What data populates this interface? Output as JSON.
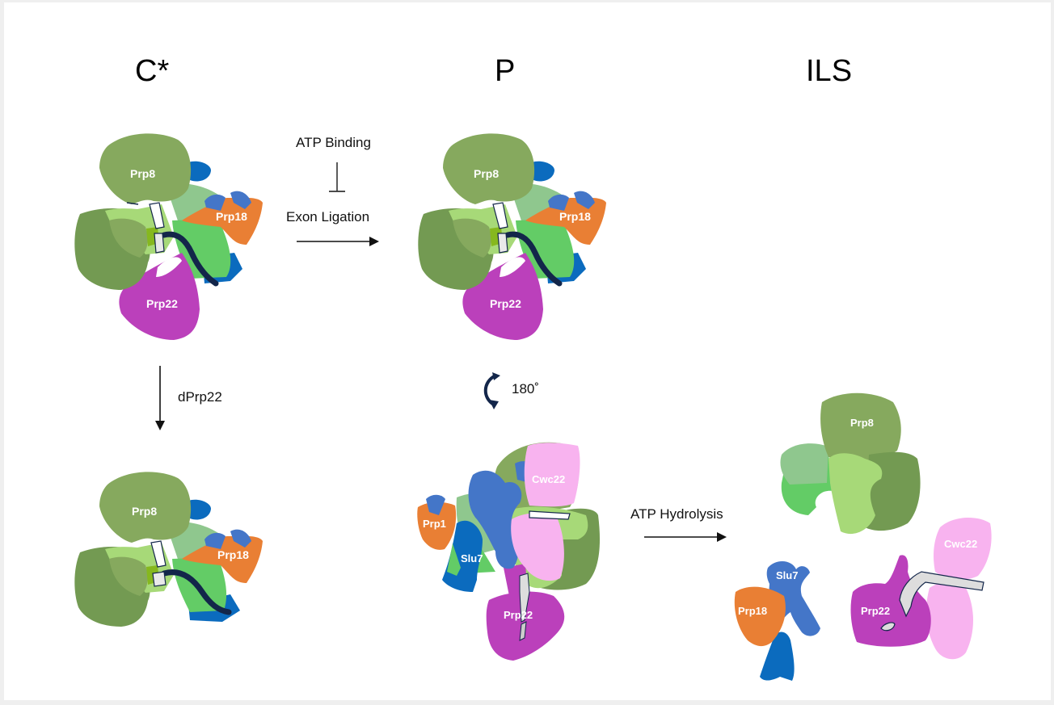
{
  "stages": {
    "c_star": "C*",
    "p": "P",
    "ils": "ILS"
  },
  "transitions": {
    "atp_binding": "ATP Binding",
    "exon_ligation": "Exon Ligation",
    "dprp22": "dPrp22",
    "rotation": "180˚",
    "atp_hydrolysis": "ATP Hydrolysis"
  },
  "proteins": {
    "prp8": "Prp8",
    "prp18": "Prp18",
    "prp22": "Prp22",
    "cwc22": "Cwc22",
    "slu7": "Slu7",
    "prp18_truncated": "Prp1"
  },
  "colors": {
    "prp8": "#86a95e",
    "dark_green": "#739a52",
    "light_green": "#a7d978",
    "mint": "#8fc78e",
    "bright_green": "#63cc66",
    "lime": "#86b81e",
    "prp18": "#e97f34",
    "prp22": "#bb40bb",
    "cwc22": "#f8b3ef",
    "slu7": "#4476c8",
    "blue_dark": "#0b6bbe",
    "rna": "#13264a",
    "background": "#ffffff",
    "frame": "#efefef"
  }
}
